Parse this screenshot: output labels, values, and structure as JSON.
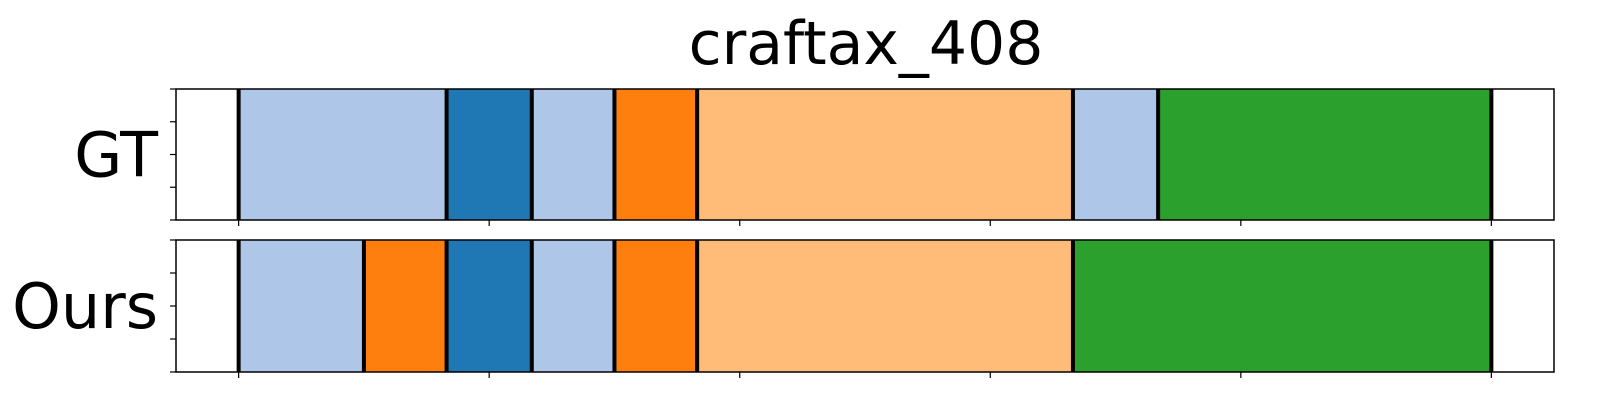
{
  "chart_data": {
    "type": "segmentation-timeline",
    "title": "craftax_408",
    "xlim": [
      0,
      550
    ],
    "x_ticks": [
      25,
      125,
      225,
      325,
      425,
      525
    ],
    "colors": {
      "light_blue": "#aec7e8",
      "blue": "#1f77b4",
      "orange": "#ff7f0e",
      "light_orange": "#ffbb78",
      "green": "#2ca02c",
      "boundary": "#000000"
    },
    "rows": [
      {
        "label": "GT",
        "segments": [
          {
            "start": 25,
            "end": 108,
            "color": "light_blue"
          },
          {
            "start": 108,
            "end": 142,
            "color": "blue"
          },
          {
            "start": 142,
            "end": 175,
            "color": "light_blue"
          },
          {
            "start": 175,
            "end": 208,
            "color": "orange"
          },
          {
            "start": 208,
            "end": 358,
            "color": "light_orange"
          },
          {
            "start": 358,
            "end": 392,
            "color": "light_blue"
          },
          {
            "start": 392,
            "end": 525,
            "color": "green"
          }
        ]
      },
      {
        "label": "Ours",
        "segments": [
          {
            "start": 25,
            "end": 75,
            "color": "light_blue"
          },
          {
            "start": 75,
            "end": 108,
            "color": "orange"
          },
          {
            "start": 108,
            "end": 142,
            "color": "blue"
          },
          {
            "start": 142,
            "end": 175,
            "color": "light_blue"
          },
          {
            "start": 175,
            "end": 208,
            "color": "orange"
          },
          {
            "start": 208,
            "end": 358,
            "color": "light_orange"
          },
          {
            "start": 358,
            "end": 525,
            "color": "green"
          }
        ]
      }
    ]
  }
}
